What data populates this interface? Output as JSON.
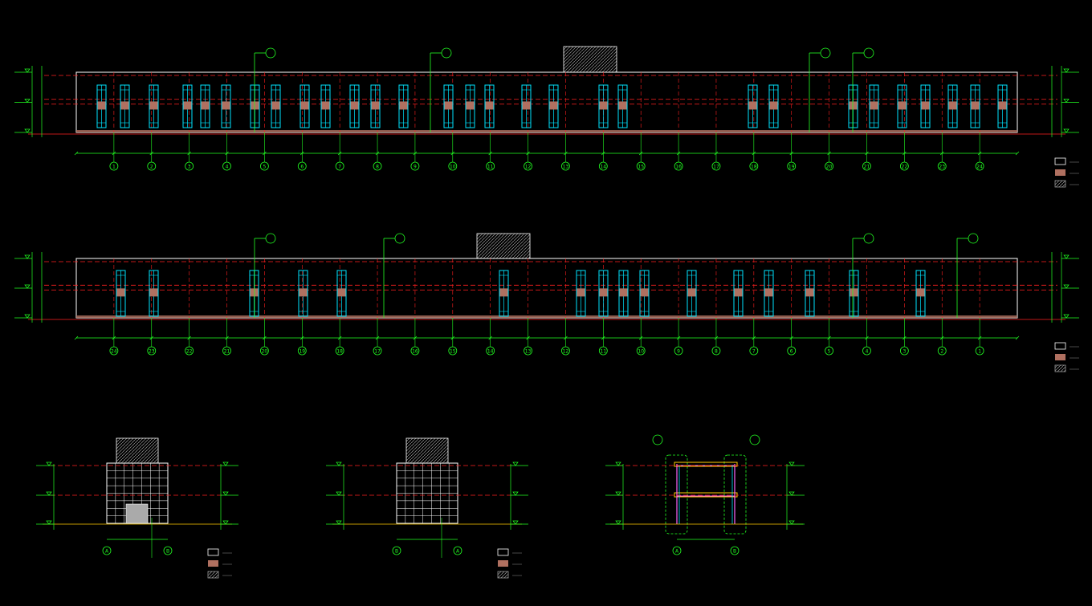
{
  "drawing": {
    "background": "#000000",
    "colors": {
      "outline": "#ffffff",
      "axis_red": "#ff2020",
      "dim_green": "#22ff22",
      "window_cyan": "#00e5ff",
      "panel_brown": "#b07060",
      "hatch_gray": "#9a9a9a",
      "pink": "#ff66ff",
      "yellow": "#ffcc00"
    }
  },
  "views": {
    "elev1": {
      "axis_labels": [
        "1",
        "2",
        "3",
        "4",
        "5",
        "6",
        "7",
        "8",
        "9",
        "10",
        "11",
        "12",
        "13",
        "14",
        "15",
        "16",
        "17",
        "18",
        "19",
        "20",
        "21",
        "22",
        "23",
        "24"
      ]
    },
    "elev2": {
      "axis_labels": [
        "24",
        "23",
        "22",
        "21",
        "20",
        "19",
        "18",
        "17",
        "16",
        "15",
        "14",
        "13",
        "12",
        "11",
        "10",
        "9",
        "8",
        "7",
        "6",
        "5",
        "4",
        "3",
        "2",
        "1"
      ]
    },
    "side_left": {
      "axis_labels": [
        "A",
        "B"
      ]
    },
    "side_mid": {
      "axis_labels": [
        "B",
        "A"
      ]
    },
    "section": {
      "axis_labels": [
        "A",
        "B"
      ]
    }
  },
  "legend": {
    "items": [
      {
        "swatch": "outline"
      },
      {
        "swatch": "panel_brown"
      },
      {
        "swatch": "hatch"
      }
    ]
  }
}
